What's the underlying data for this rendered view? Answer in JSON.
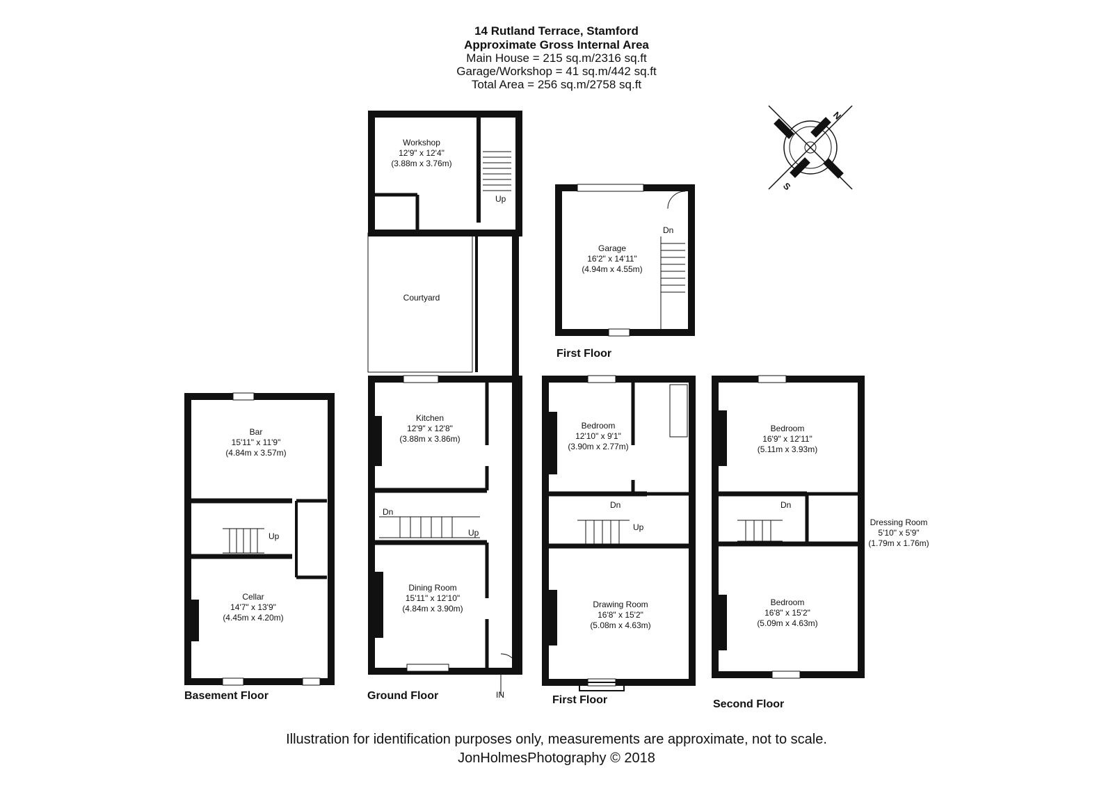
{
  "header": {
    "address": "14 Rutland Terrace, Stamford",
    "area_title": "Approximate Gross Internal Area",
    "main_house": "Main House = 215 sq.m/2316 sq.ft",
    "garage_workshop": "Garage/Workshop = 41 sq.m/442 sq.ft",
    "total": "Total Area = 256 sq.m/2758 sq.ft"
  },
  "floors": {
    "basement": "Basement Floor",
    "ground": "Ground Floor",
    "first_garage": "First Floor",
    "first": "First Floor",
    "second": "Second Floor"
  },
  "rooms": {
    "workshop": {
      "name": "Workshop",
      "imperial": "12'9\" x 12'4\"",
      "metric": "(3.88m x 3.76m)"
    },
    "courtyard": {
      "name": "Courtyard"
    },
    "garage": {
      "name": "Garage",
      "imperial": "16'2\" x 14'11\"",
      "metric": "(4.94m x 4.55m)"
    },
    "kitchen": {
      "name": "Kitchen",
      "imperial": "12'9\" x 12'8\"",
      "metric": "(3.88m x 3.86m)"
    },
    "dining": {
      "name": "Dining Room",
      "imperial": "15'11\" x 12'10\"",
      "metric": "(4.84m x 3.90m)"
    },
    "bar": {
      "name": "Bar",
      "imperial": "15'11\" x 11'9\"",
      "metric": "(4.84m x 3.57m)"
    },
    "cellar": {
      "name": "Cellar",
      "imperial": "14'7\" x 13'9\"",
      "metric": "(4.45m x 4.20m)"
    },
    "bedroom_first": {
      "name": "Bedroom",
      "imperial": "12'10\" x 9'1\"",
      "metric": "(3.90m x 2.77m)"
    },
    "drawing": {
      "name": "Drawing Room",
      "imperial": "16'8\" x 15'2\"",
      "metric": "(5.08m x 4.63m)"
    },
    "bedroom_second_rear": {
      "name": "Bedroom",
      "imperial": "16'9\" x 12'11\"",
      "metric": "(5.11m x 3.93m)"
    },
    "dressing": {
      "name": "Dressing Room",
      "imperial": "5'10\" x 5'9\"",
      "metric": "(1.79m x 1.76m)"
    },
    "bedroom_second_front": {
      "name": "Bedroom",
      "imperial": "16'8\" x 15'2\"",
      "metric": "(5.09m x 4.63m)"
    }
  },
  "stair_labels": {
    "up": "Up",
    "dn": "Dn",
    "in": "IN"
  },
  "compass": {
    "north": "N",
    "south": "S"
  },
  "footer": {
    "disclaimer": "Illustration for identification purposes only, measurements are approximate, not to scale.",
    "credit": "JonHolmesPhotography © 2018"
  }
}
